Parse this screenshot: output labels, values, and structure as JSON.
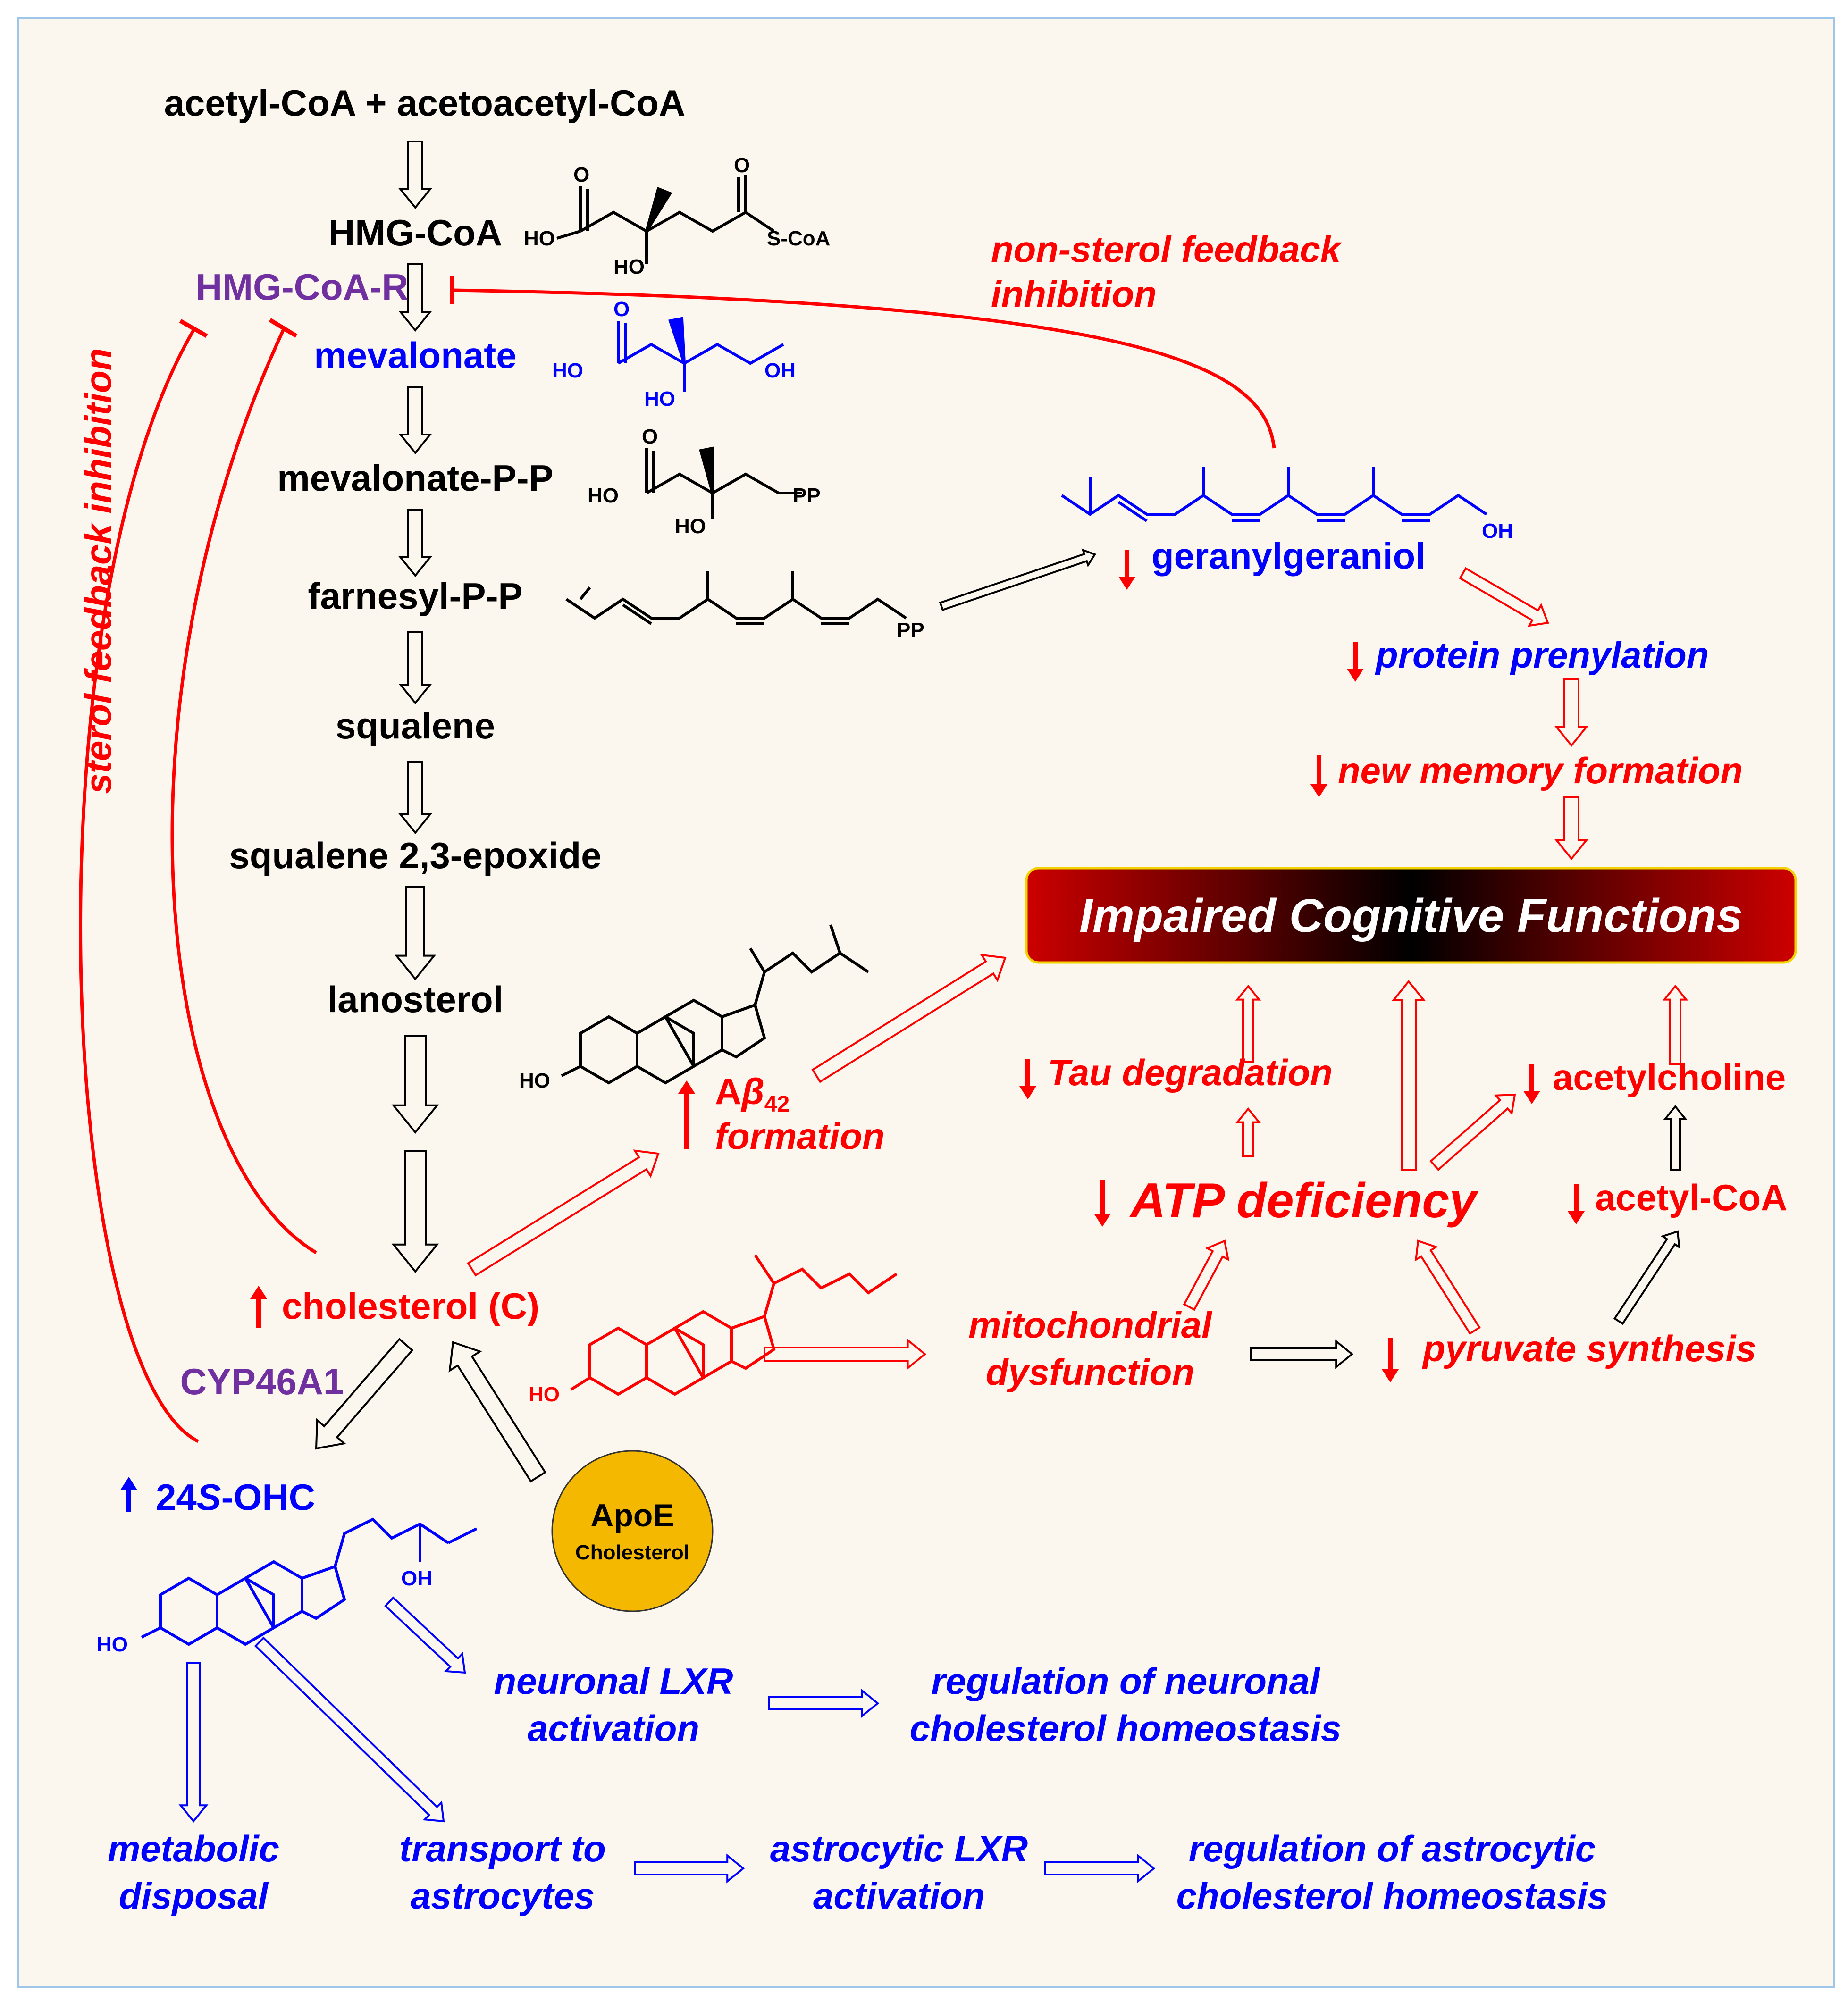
{
  "colors": {
    "background": "#fbf7ee",
    "border": "#9ec6e8",
    "black": "#000000",
    "blue": "#0000ff",
    "red": "#ff0000",
    "purple": "#7030a0",
    "apoe": "#f5b800",
    "banner_edge": "#cc0000",
    "banner_center": "#000000"
  },
  "pathway": {
    "acetyl": "acetyl-CoA + acetoacetyl-CoA",
    "hmgcoa": "HMG-CoA",
    "hmgcoar": "HMG-CoA-R",
    "mevalonate": "mevalonate",
    "mevpp": "mevalonate-P-P",
    "farnesyl": "farnesyl-P-P",
    "squalene": "squalene",
    "epoxide": "squalene 2,3-epoxide",
    "lanosterol": "lanosterol",
    "cholesterol": "cholesterol (C)",
    "cyp": "CYP46A1",
    "ohc_num": "24",
    "ohc_s": "S",
    "ohc_rest": "-OHC"
  },
  "feedback": {
    "sterol": "sterol feedback inhibition",
    "nonsterol_1": "non-sterol feedback",
    "nonsterol_2": "inhibition"
  },
  "geranyl": {
    "name": "geranylgeraniol",
    "prenylation": "protein prenylation",
    "memory": "new memory formation"
  },
  "banner": "Impaired Cognitive Functions",
  "effects": {
    "abeta_a": "A",
    "abeta_b": "β",
    "abeta_sub": "42",
    "abeta_formation": "formation",
    "tau": "Tau degradation",
    "atp": "ATP deficiency",
    "acetylcholine": "acetylcholine",
    "acetylcoa": "acetyl-CoA",
    "mito_1": "mitochondrial",
    "mito_2": "dysfunction",
    "pyruvate": "pyruvate synthesis"
  },
  "apoe": {
    "title": "ApoE",
    "sub": "Cholesterol"
  },
  "downstream": {
    "neuronal_lxr_1": "neuronal LXR",
    "neuronal_lxr_2": "activation",
    "reg_neuronal_1": "regulation of neuronal",
    "reg_neuronal_2": "cholesterol homeostasis",
    "metabolic_1": "metabolic",
    "metabolic_2": "disposal",
    "transport_1": "transport to",
    "transport_2": "astrocytes",
    "astro_lxr_1": "astrocytic LXR",
    "astro_lxr_2": "activation",
    "reg_astro_1": "regulation of astrocytic",
    "reg_astro_2": "cholesterol homeostasis"
  },
  "chem": {
    "ho": "HO",
    "oh": "OH",
    "o": "O",
    "scoa": "S-CoA",
    "pp": "PP"
  }
}
